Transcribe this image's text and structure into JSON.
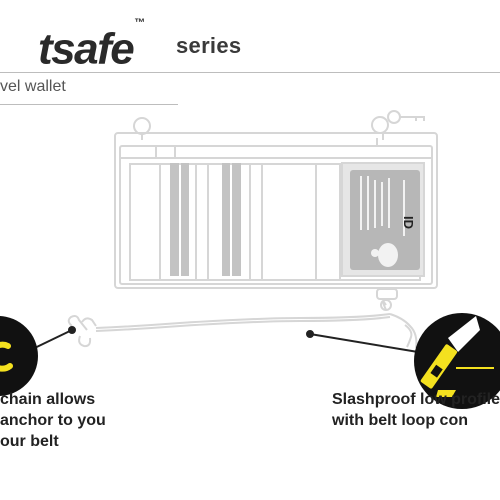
{
  "header": {
    "brand": "tsafe",
    "trademark": "™",
    "series": "series",
    "subtitle": "vel wallet"
  },
  "wallet": {
    "id_label": "ID"
  },
  "features": [
    {
      "icon": "chain-icon",
      "lines": [
        "chain allows",
        "anchor to you",
        "our belt"
      ]
    },
    {
      "icon": "slashproof-blade-icon",
      "lines": [
        "Slashproof low profile",
        "with belt loop con"
      ]
    }
  ],
  "colors": {
    "accent": "#f4e11f",
    "callout_circle": "#111111",
    "outline": "#d6d6d6",
    "panel_gray": "#c3c3c3",
    "card_gray": "#b7b7b7"
  }
}
